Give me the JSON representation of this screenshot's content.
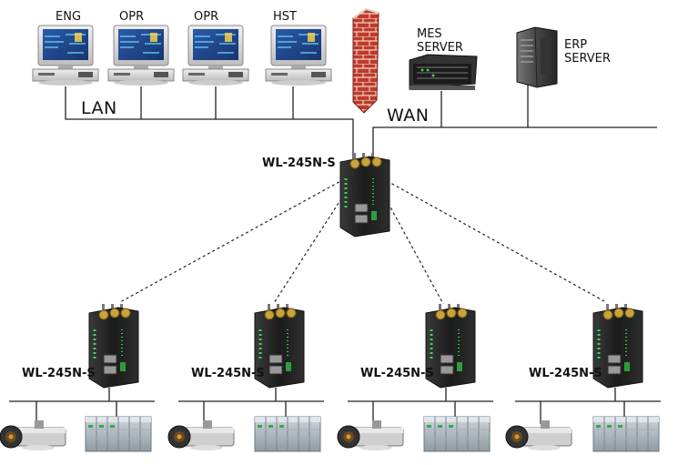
{
  "workstations": [
    {
      "label": "ENG"
    },
    {
      "label": "OPR"
    },
    {
      "label": "OPR"
    },
    {
      "label": "HST"
    }
  ],
  "network": {
    "lan_label": "LAN",
    "wan_label": "WAN"
  },
  "servers": {
    "mes": {
      "line1": "MES",
      "line2": "SERVER"
    },
    "erp": {
      "line1": "ERP",
      "line2": "SERVER"
    }
  },
  "master_device": {
    "label": "WL-245N-S"
  },
  "remote_devices": [
    {
      "label": "WL-245N-S"
    },
    {
      "label": "WL-245N-S"
    },
    {
      "label": "WL-245N-S"
    },
    {
      "label": "WL-245N-S"
    }
  ],
  "icons": {
    "workstation": "computer-workstation-icon",
    "firewall": "brick-firewall-icon",
    "mes_server": "rack-server-icon",
    "erp_server": "tower-server-icon",
    "radio": "wireless-radio-device-icon",
    "camera": "ip-camera-icon",
    "plc": "plc-controller-icon"
  }
}
